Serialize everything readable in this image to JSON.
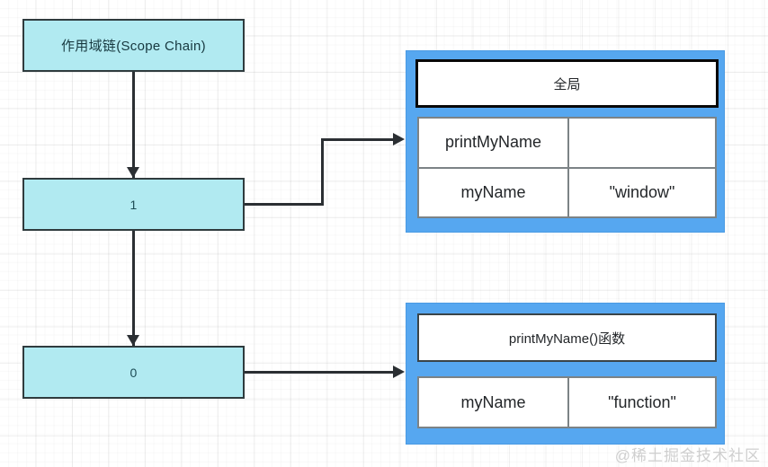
{
  "diagram": {
    "title_box": {
      "label": "作用域链(Scope Chain)"
    },
    "chain_levels": [
      {
        "index": "1",
        "label": "1"
      },
      {
        "index": "0",
        "label": "0"
      }
    ],
    "scopes": [
      {
        "id": "global",
        "header": "全局",
        "variables": [
          {
            "name": "printMyName",
            "value": ""
          },
          {
            "name": "myName",
            "value": "\"window\""
          }
        ]
      },
      {
        "id": "function",
        "header": "printMyName()函数",
        "variables": [
          {
            "name": "myName",
            "value": "\"function\""
          }
        ]
      }
    ],
    "watermark": "@稀土掘金技术社区",
    "colors": {
      "chain_fill": "#b1eaf1",
      "chain_stroke": "#2f3b3e",
      "scope_fill": "#56a7f0",
      "table_stroke": "#7c8386",
      "connector": "#2b2f33",
      "watermark": "#cfcfcf"
    }
  }
}
